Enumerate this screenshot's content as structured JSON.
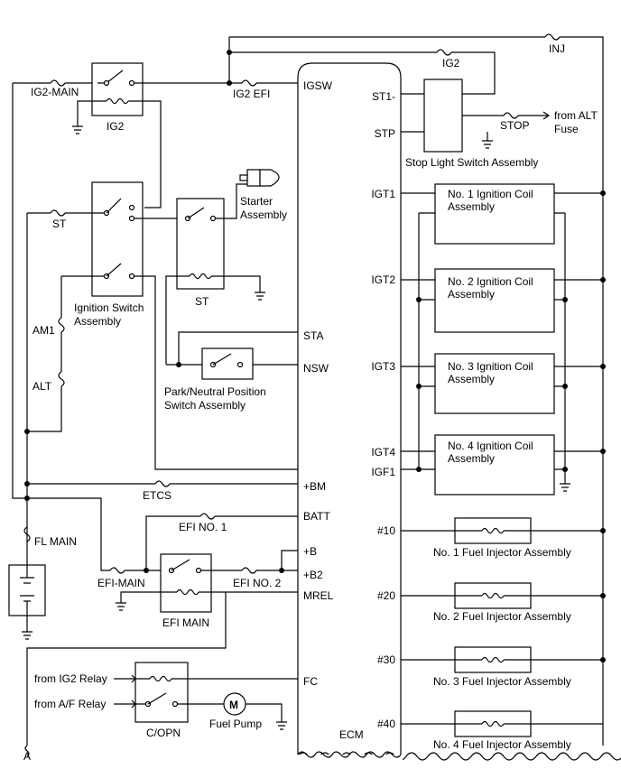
{
  "ecm": {
    "label": "ECM",
    "left_pins": [
      "IGSW",
      "STA",
      "NSW",
      "+BM",
      "BATT",
      "+B",
      "+B2",
      "MREL",
      "FC"
    ],
    "right_pins": [
      "ST1-",
      "STP",
      "IGT1",
      "IGT2",
      "IGT3",
      "IGT4",
      "IGF1",
      "#10",
      "#20",
      "#30",
      "#40"
    ]
  },
  "fuses": {
    "ig2_main": "IG2-MAIN",
    "ig2_efi": "IG2 EFI",
    "ig2": "IG2",
    "inj": "INJ",
    "stop": "STOP",
    "st": "ST",
    "am1": "AM1",
    "alt": "ALT",
    "etcs": "ETCS",
    "efi_no1": "EFI NO. 1",
    "fl_main": "FL MAIN",
    "efi_main": "EFI-MAIN",
    "efi_no2": "EFI NO. 2"
  },
  "relays": {
    "ig2": "IG2",
    "st": "ST",
    "efi_main": "EFI MAIN",
    "c_opn": "C/OPN"
  },
  "components": {
    "ignition_switch": [
      "Ignition Switch",
      "Assembly"
    ],
    "starter": [
      "Starter",
      "Assembly"
    ],
    "park_neutral": [
      "Park/Neutral Position",
      "Switch Assembly"
    ],
    "stop_light_switch": "Stop Light Switch Assembly",
    "ignition_coils": [
      [
        "No. 1 Ignition Coil",
        "Assembly"
      ],
      [
        "No. 2 Ignition Coil",
        "Assembly"
      ],
      [
        "No. 3 Ignition Coil",
        "Assembly"
      ],
      [
        "No. 4 Ignition Coil",
        "Assembly"
      ]
    ],
    "fuel_injectors": [
      "No. 1 Fuel Injector Assembly",
      "No. 2 Fuel Injector Assembly",
      "No. 3 Fuel Injector Assembly",
      "No. 4 Fuel Injector Assembly"
    ],
    "fuel_pump": "Fuel Pump",
    "fuel_pump_symbol": "M"
  },
  "external": {
    "from_alt_fuse": [
      "from ALT",
      "Fuse"
    ],
    "from_ig2_relay": "from IG2 Relay",
    "from_af_relay": "from A/F Relay",
    "connector_a": "A"
  }
}
